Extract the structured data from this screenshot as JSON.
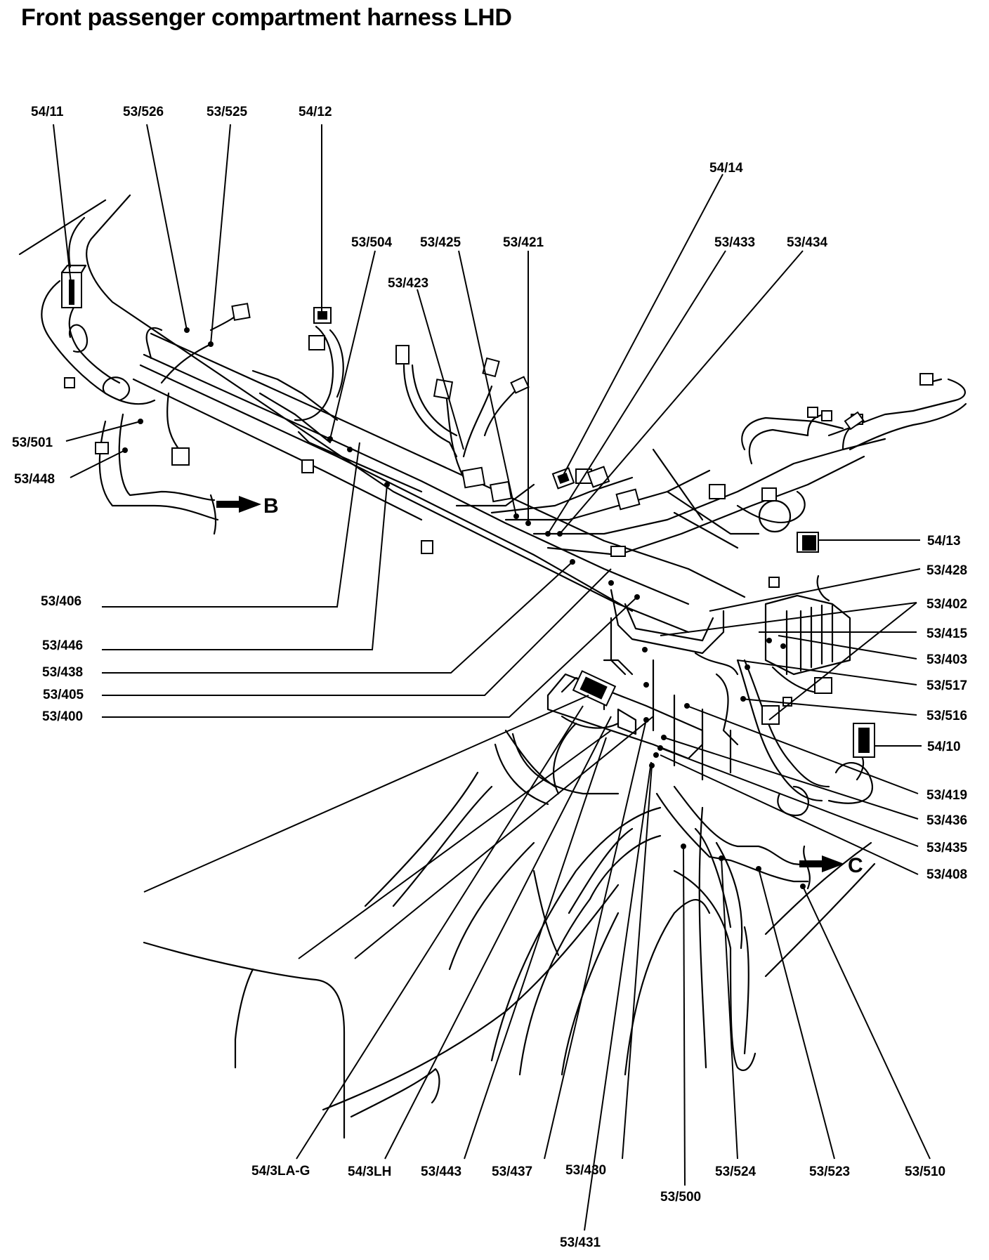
{
  "title": "Front passenger compartment harness LHD",
  "colors": {
    "line": "#000000",
    "background": "#ffffff"
  },
  "arrows": {
    "b": "B",
    "c": "C"
  },
  "callouts": {
    "top": [
      "54/11",
      "53/526",
      "53/525",
      "54/12",
      "54/14",
      "53/504",
      "53/425",
      "53/421",
      "53/433",
      "53/434",
      "53/423"
    ],
    "left": [
      "53/501",
      "53/448",
      "53/406",
      "53/446",
      "53/438",
      "53/405",
      "53/400"
    ],
    "right": [
      "54/13",
      "53/428",
      "53/402",
      "53/415",
      "53/403",
      "53/517",
      "53/516",
      "54/10",
      "53/419",
      "53/436",
      "53/435",
      "53/408"
    ],
    "bottom": [
      "54/3LA-G",
      "54/3LH",
      "53/443",
      "53/437",
      "53/430",
      "53/524",
      "53/523",
      "53/510",
      "53/500",
      "53/431"
    ]
  }
}
